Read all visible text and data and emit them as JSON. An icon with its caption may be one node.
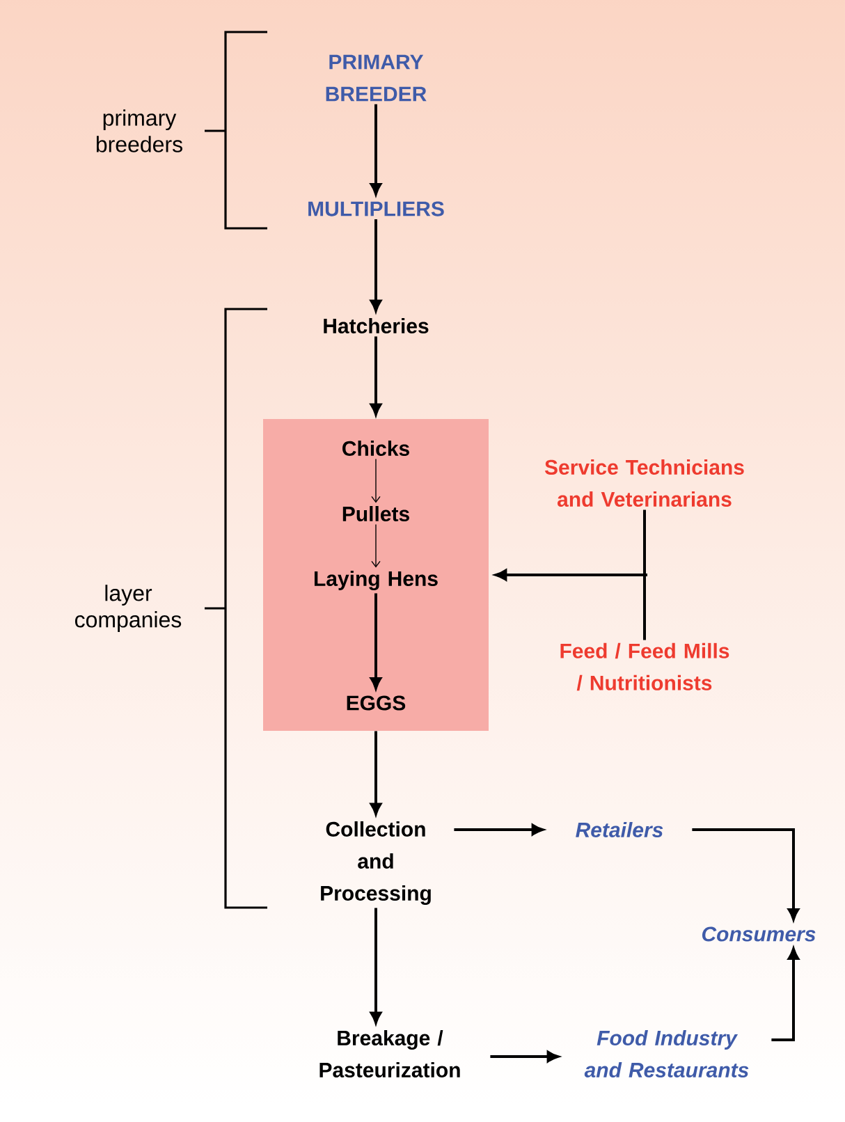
{
  "diagram": {
    "nodes": [
      {
        "text": [
          "PRIMARY BREEDER"
        ]
      },
      {
        "text": [
          "MULTIPLIERS"
        ]
      },
      {
        "text": [
          "Hatcheries"
        ]
      },
      {
        "text": [],
        "shape": "box"
      },
      {
        "text": [
          "Chicks"
        ],
        "in": 3
      },
      {
        "text": [
          "Pullets"
        ],
        "in": 3
      },
      {
        "text": [
          "Laying Hens"
        ],
        "in": 3
      },
      {
        "text": [
          "EGGS"
        ],
        "in": 3
      },
      {
        "text": [
          "Service Technicians and Veterinarians"
        ]
      },
      {
        "text": [
          "Feed / Feed Mills / Nutritionists"
        ]
      },
      {
        "text": [
          "Collection and Processing"
        ]
      },
      {
        "text": [
          "Retailers"
        ]
      },
      {
        "text": [
          "Consumers"
        ]
      },
      {
        "text": [
          "Breakage / Pasteurization"
        ]
      },
      {
        "text": [
          "Food Industry and Restaurants"
        ]
      }
    ],
    "edges": [
      {
        "from": 0,
        "to": 1,
        "arrow": "to"
      },
      {
        "from": 1,
        "to": 2,
        "arrow": "to"
      },
      {
        "from": 2,
        "to": 3,
        "arrow": "to"
      },
      {
        "from": 4,
        "to": 5,
        "arrow": "to"
      },
      {
        "from": 5,
        "to": 6,
        "arrow": "to"
      },
      {
        "from": 6,
        "to": 7,
        "arrow": "to"
      },
      {
        "from": 3,
        "to": 10,
        "arrow": "to"
      },
      {
        "from": 8,
        "to": 3,
        "arrow": "to"
      },
      {
        "from": 9,
        "to": 3,
        "arrow": "to"
      },
      {
        "from": 10,
        "to": 11,
        "arrow": "to"
      },
      {
        "from": 11,
        "to": 12,
        "arrow": "to"
      },
      {
        "from": 10,
        "to": 13,
        "arrow": "to"
      },
      {
        "from": 13,
        "to": 14,
        "arrow": "to"
      },
      {
        "from": 14,
        "to": 12,
        "arrow": "to"
      }
    ],
    "labels": [
      "primary breeders",
      "layer companies"
    ]
  }
}
